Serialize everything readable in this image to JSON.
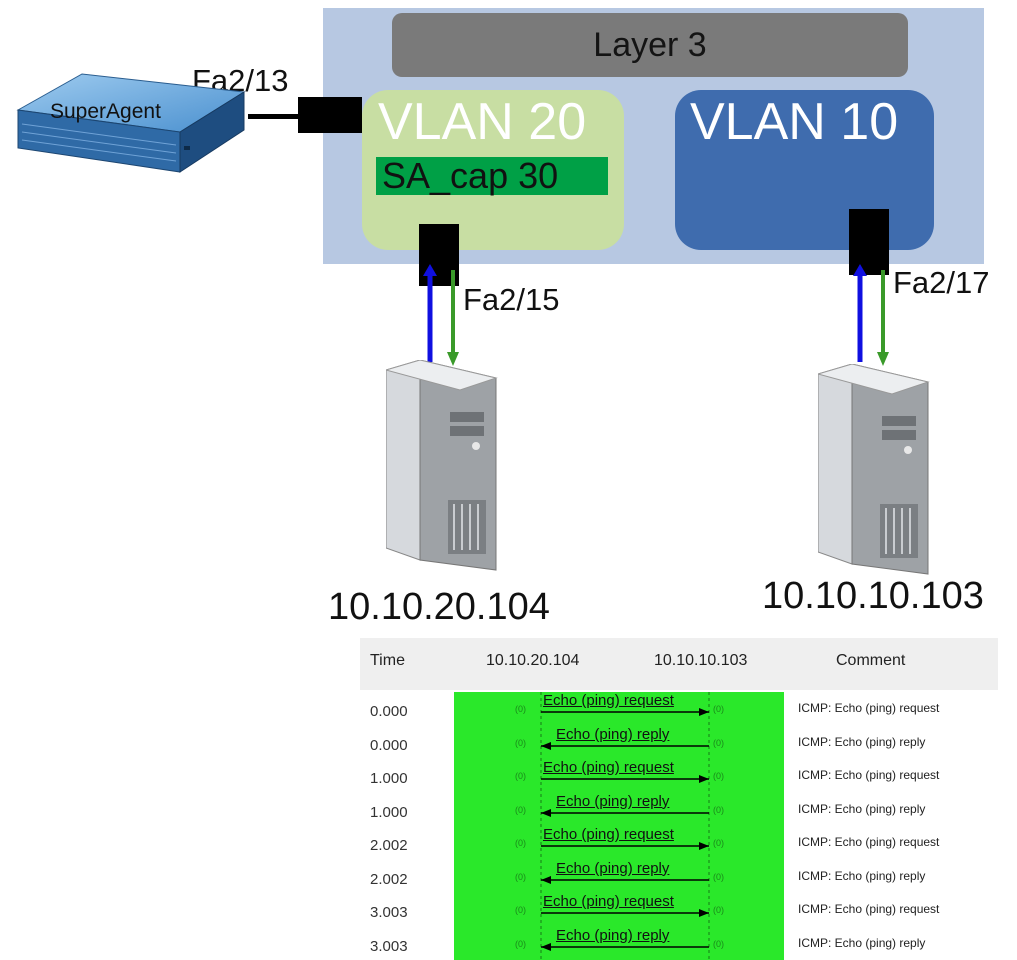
{
  "diagram": {
    "layer3_label": "Layer 3",
    "vlan20": {
      "title": "VLAN 20",
      "capture_label": "SA_cap 30"
    },
    "vlan10": {
      "title": "VLAN 10"
    },
    "device_label": "SuperAgent",
    "ports": {
      "fa213": "Fa2/13",
      "fa215": "Fa2/15",
      "fa217": "Fa2/17"
    },
    "hosts": {
      "left_ip": "10.10.20.104",
      "right_ip": "10.10.10.103"
    },
    "colors": {
      "switch": "#b7c8e2",
      "layer3": "#7a7a7a",
      "vlan20": "#c8dea3",
      "vlan10": "#3f6cae",
      "capture": "#00a046",
      "arrow_up": "#1010e0",
      "arrow_down": "#3a9a2a",
      "seq_background": "#2ae82a"
    }
  },
  "trace": {
    "headers": {
      "time": "Time",
      "src": "10.10.20.104",
      "dst": "10.10.10.103",
      "comment": "Comment"
    },
    "seq_marker": "(0)",
    "rows": [
      {
        "time": "0.000",
        "msg": "Echo (ping) request",
        "dir": "right",
        "comment": "ICMP: Echo (ping) request"
      },
      {
        "time": "0.000",
        "msg": "Echo (ping) reply",
        "dir": "left",
        "comment": "ICMP: Echo (ping) reply"
      },
      {
        "time": "1.000",
        "msg": "Echo (ping) request",
        "dir": "right",
        "comment": "ICMP: Echo (ping) request"
      },
      {
        "time": "1.000",
        "msg": "Echo (ping) reply",
        "dir": "left",
        "comment": "ICMP: Echo (ping) reply"
      },
      {
        "time": "2.002",
        "msg": "Echo (ping) request",
        "dir": "right",
        "comment": "ICMP: Echo (ping) request"
      },
      {
        "time": "2.002",
        "msg": "Echo (ping) reply",
        "dir": "left",
        "comment": "ICMP: Echo (ping) reply"
      },
      {
        "time": "3.003",
        "msg": "Echo (ping) request",
        "dir": "right",
        "comment": "ICMP: Echo (ping) request"
      },
      {
        "time": "3.003",
        "msg": "Echo (ping) reply",
        "dir": "left",
        "comment": "ICMP: Echo (ping) reply"
      }
    ]
  }
}
